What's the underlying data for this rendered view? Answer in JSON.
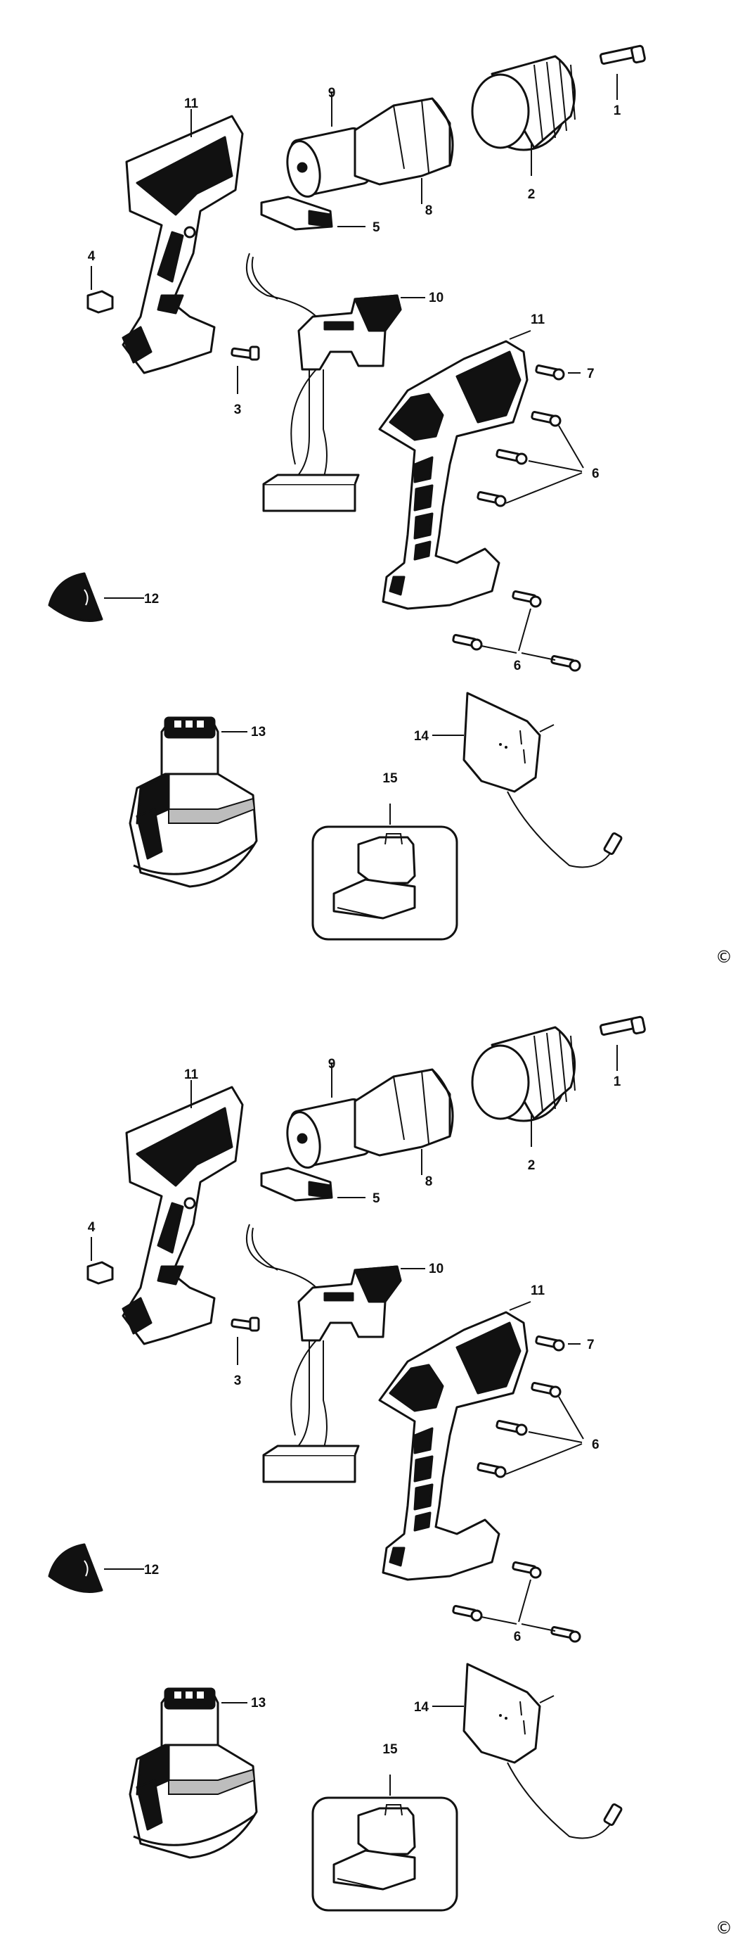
{
  "copyright_symbol": "©",
  "panels": [
    {
      "labels": [
        {
          "text": "1"
        },
        {
          "text": "2"
        },
        {
          "text": "3"
        },
        {
          "text": "4"
        },
        {
          "text": "5"
        },
        {
          "text": "6"
        },
        {
          "text": "6"
        },
        {
          "text": "7"
        },
        {
          "text": "8"
        },
        {
          "text": "9"
        },
        {
          "text": "10"
        },
        {
          "text": "11"
        },
        {
          "text": "11"
        },
        {
          "text": "12"
        },
        {
          "text": "13"
        },
        {
          "text": "14"
        },
        {
          "text": "15"
        }
      ]
    },
    {
      "labels": [
        {
          "text": "1"
        },
        {
          "text": "2"
        },
        {
          "text": "3"
        },
        {
          "text": "4"
        },
        {
          "text": "5"
        },
        {
          "text": "6"
        },
        {
          "text": "6"
        },
        {
          "text": "7"
        },
        {
          "text": "8"
        },
        {
          "text": "9"
        },
        {
          "text": "10"
        },
        {
          "text": "11"
        },
        {
          "text": "11"
        },
        {
          "text": "12"
        },
        {
          "text": "13"
        },
        {
          "text": "14"
        },
        {
          "text": "15"
        }
      ]
    }
  ]
}
